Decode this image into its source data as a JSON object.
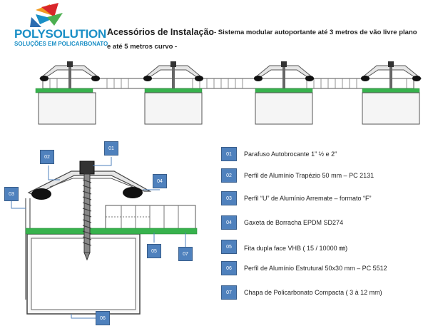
{
  "brand": {
    "name": "POLYSOLUTION",
    "tagline": "SOLUÇÕES EM POLICARBONATO",
    "colors": {
      "primary": "#1a8fc6",
      "accent_orange": "#f29a1f",
      "accent_red": "#d9262b",
      "accent_green": "#4caf50"
    }
  },
  "header": {
    "title": "Acessórios de Instalação",
    "subtitle_line1": "-  Sistema modular autoportante até 3 metros de vão livre plano",
    "subtitle_line2": "e  até 5 metros curvo -"
  },
  "callouts": [
    "01",
    "02",
    "03",
    "04",
    "05",
    "06",
    "07"
  ],
  "legend": [
    {
      "id": "01",
      "text": "Parafuso  Autobrocante  1” ½ e 2”"
    },
    {
      "id": "02",
      "text": "Perfil de Alumínio Trapézio  50 mm – PC  2131"
    },
    {
      "id": "03",
      "text": "Perfil “U” de Alumínio Arremate – formato “F”"
    },
    {
      "id": "04",
      "text": "Gaxeta de Borracha EPDM  SD274"
    },
    {
      "id": "05",
      "text": "Fita dupla face VHB ( 15 / 10000 ㎜)"
    },
    {
      "id": "06",
      "text": "Perfil de Alumínio  Estrutural 50x30 mm – PC 5512"
    },
    {
      "id": "07",
      "text": "Chapa de Policarbonato Compacta  ( 3 à 12 mm)"
    }
  ],
  "diagram_colors": {
    "profile_stroke": "#555555",
    "gasket": "#111111",
    "tape": "#37b24d",
    "badge": "#4f81bd"
  }
}
